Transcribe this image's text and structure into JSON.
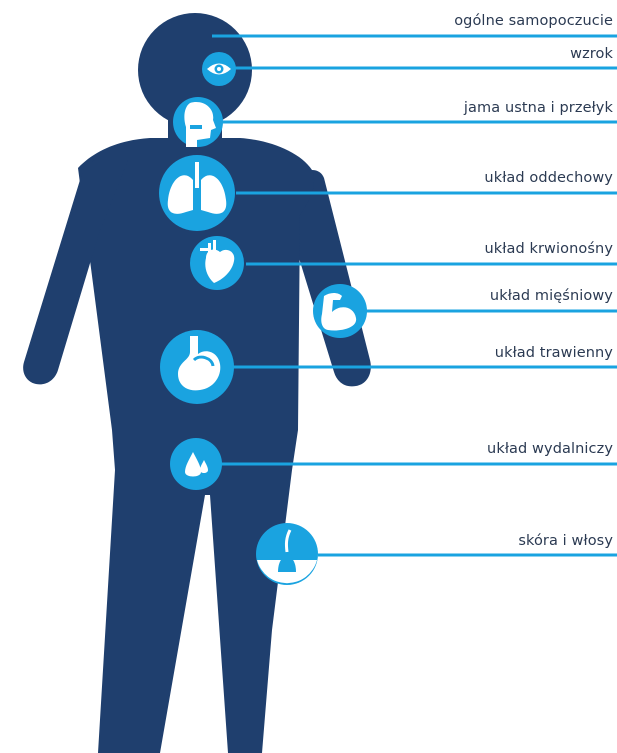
{
  "colors": {
    "body": "#1f3f6e",
    "accent": "#1aa3e0",
    "icon": "#ffffff",
    "text": "#2b3a52"
  },
  "labels": [
    {
      "id": "wellbeing",
      "text": "ogólne samopoczucie",
      "icon": "head-area"
    },
    {
      "id": "vision",
      "text": "wzrok",
      "icon": "eye-icon"
    },
    {
      "id": "mouth",
      "text": "jama ustna i przełyk",
      "icon": "mouth-throat-icon"
    },
    {
      "id": "respiratory",
      "text": "układ oddechowy",
      "icon": "lungs-icon"
    },
    {
      "id": "circulatory",
      "text": "układ krwionośny",
      "icon": "heart-icon"
    },
    {
      "id": "muscular",
      "text": "układ mięśniowy",
      "icon": "bicep-icon"
    },
    {
      "id": "digestive",
      "text": "układ trawienny",
      "icon": "stomach-icon"
    },
    {
      "id": "excretory",
      "text": "układ wydalniczy",
      "icon": "drops-icon"
    },
    {
      "id": "skin",
      "text": "skóra i włosy",
      "icon": "hair-follicle-icon"
    }
  ]
}
